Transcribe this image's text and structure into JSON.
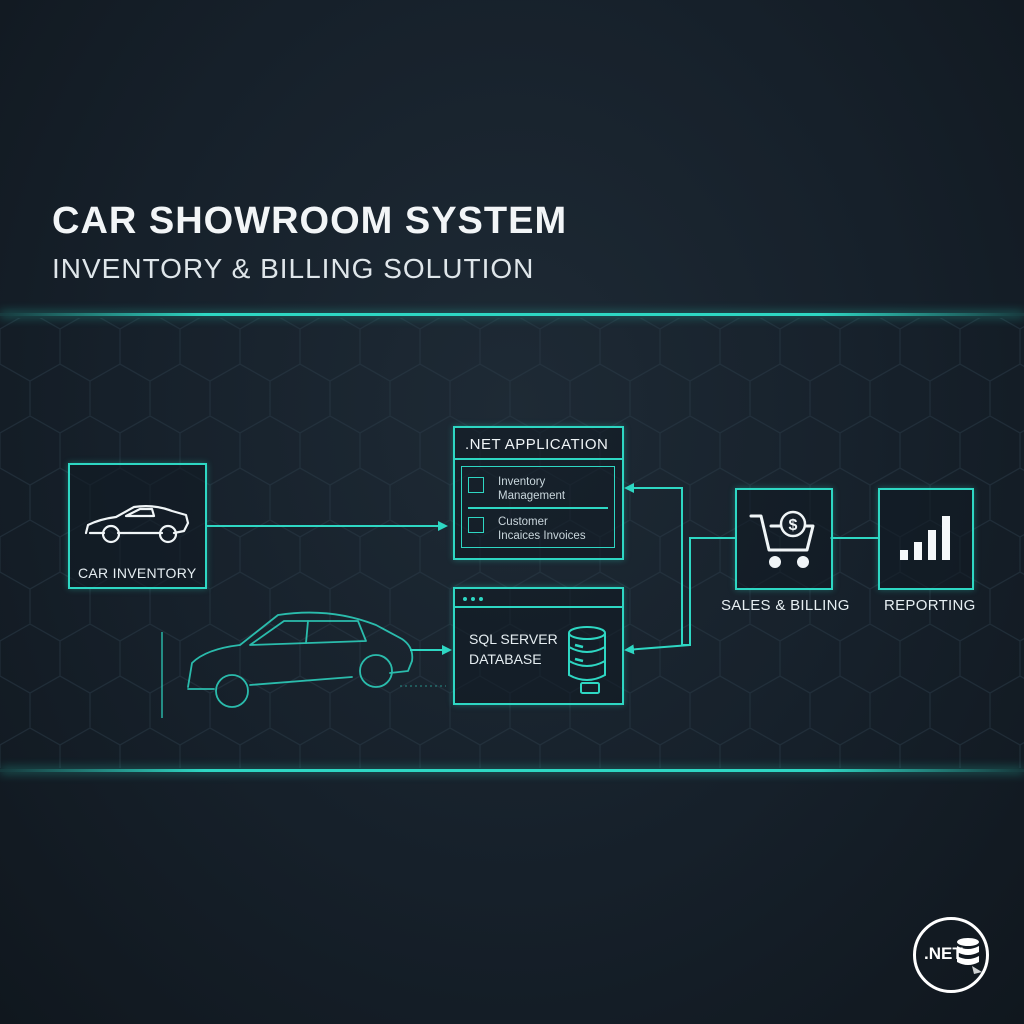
{
  "header": {
    "title": "CAR SHOWROOM SYSTEM",
    "subtitle": "INVENTORY & BILLING SOLUTION"
  },
  "nodes": {
    "car_inventory": {
      "label": "CAR INVENTORY",
      "icon": "sports-car-icon"
    },
    "net_app": {
      "title": ".NET APPLICATION",
      "items": [
        {
          "line1": "Inventory",
          "line2": "Management"
        },
        {
          "line1": "Customer",
          "line2": "Incaices Invoices"
        }
      ]
    },
    "database": {
      "line1": "SQL SERVER",
      "line2": "DATABASE",
      "icon": "database-icon"
    },
    "sales": {
      "label": "SALES & BILLING",
      "icon": "shopping-cart-dollar-icon"
    },
    "reporting": {
      "label": "REPORTING",
      "icon": "bar-chart-icon"
    }
  },
  "logo": {
    "text": ".NET",
    "icon": "dotnet-database-logo-icon"
  },
  "colors": {
    "accent": "#2ed7c3",
    "background": "#16202a",
    "text": "#e8eef2"
  }
}
